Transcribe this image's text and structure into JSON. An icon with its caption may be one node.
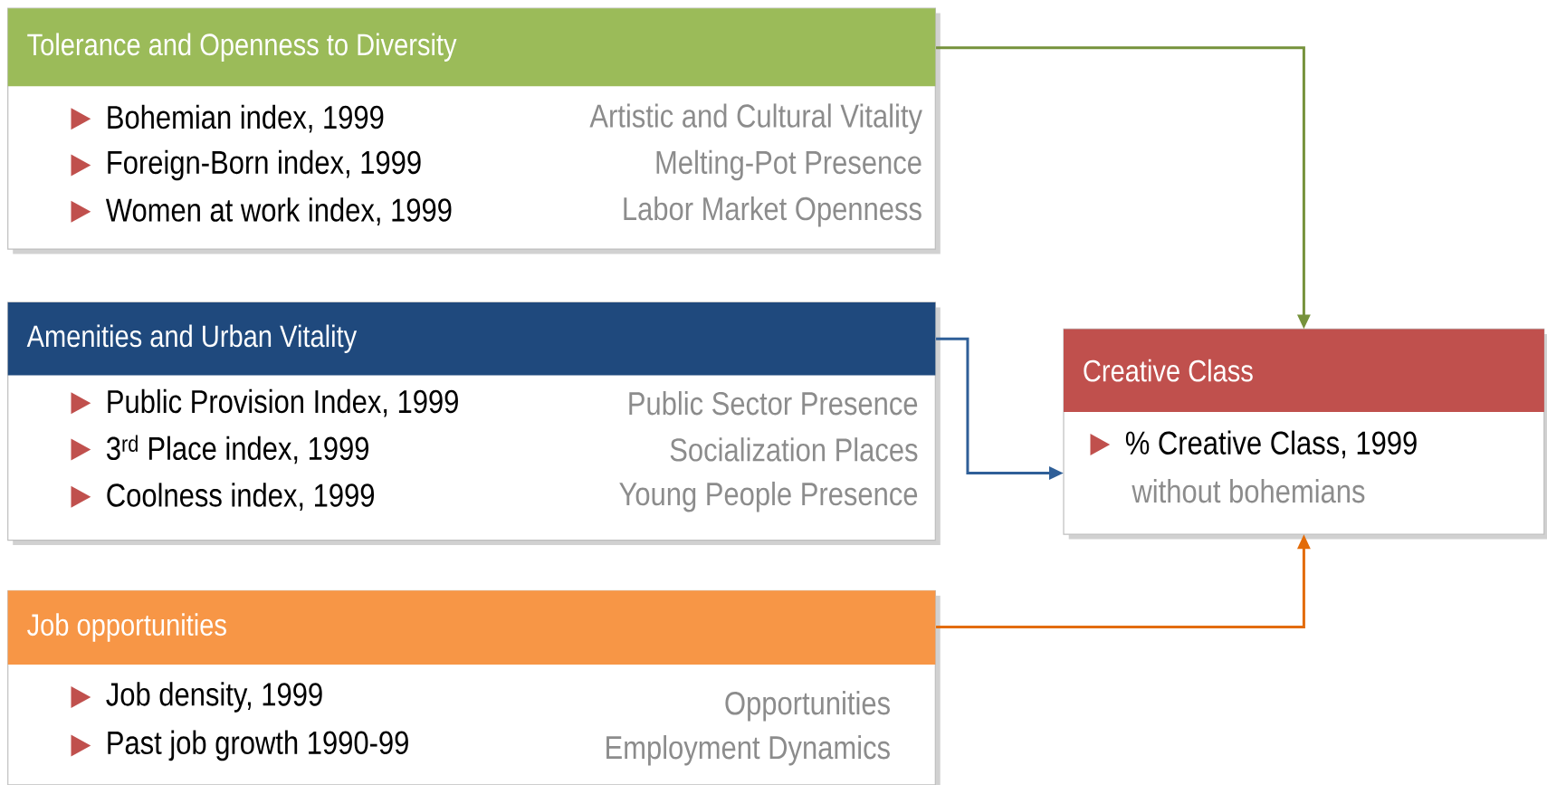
{
  "diagram": {
    "nodes": [
      {
        "text": [
          "Tolerance and Openness to Diversity",
          "Bohemian index, 1999",
          "Artistic and Cultural Vitality",
          "Foreign-Born index, 1999",
          "Melting-Pot Presence",
          "Women at work index, 1999",
          "Labor Market Openness"
        ]
      },
      {
        "text": [
          "Amenities and Urban Vitality",
          "Public Provision Index, 1999",
          "Public Sector Presence",
          "3$^{rd}$ Place index, 1999",
          "Socialization Places",
          "Coolness index, 1999",
          "Young People Presence"
        ]
      },
      {
        "text": [
          "Job opportunities",
          "Job density, 1999",
          "Opportunities",
          "Past job growth 1990-99",
          "Employment Dynamics"
        ]
      },
      {
        "text": [
          "Creative Class",
          "% Creative Class, 1999",
          "without bohemians"
        ]
      }
    ],
    "edges": [
      {
        "from": 0,
        "to": 3,
        "arrow": "to",
        "color": "#76923c"
      },
      {
        "from": 1,
        "to": 3,
        "arrow": "to",
        "color": "#2f5f98"
      },
      {
        "from": 2,
        "to": 3,
        "arrow": "to",
        "color": "#e36c09"
      }
    ]
  }
}
